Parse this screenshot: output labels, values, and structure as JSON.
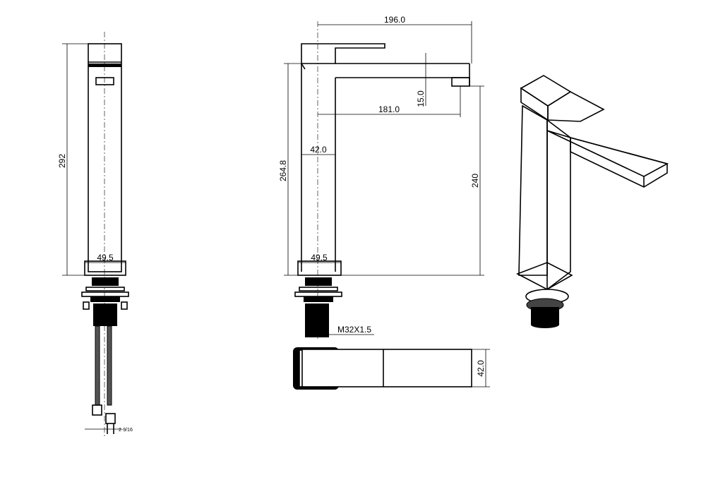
{
  "title": "Basin tap technical drawing",
  "dimensions": {
    "left_height": "292",
    "left_base_width": "49.5",
    "hose_thread": "2-9/16",
    "overall_reach": "196.0",
    "spout_reach": "181.0",
    "spout_thickness": "15.0",
    "body_width": "42.0",
    "body_height": "264.8",
    "spout_height": "240",
    "front_base_width": "49.5",
    "thread_size": "M32X1.5",
    "top_view_depth": "42.0"
  }
}
